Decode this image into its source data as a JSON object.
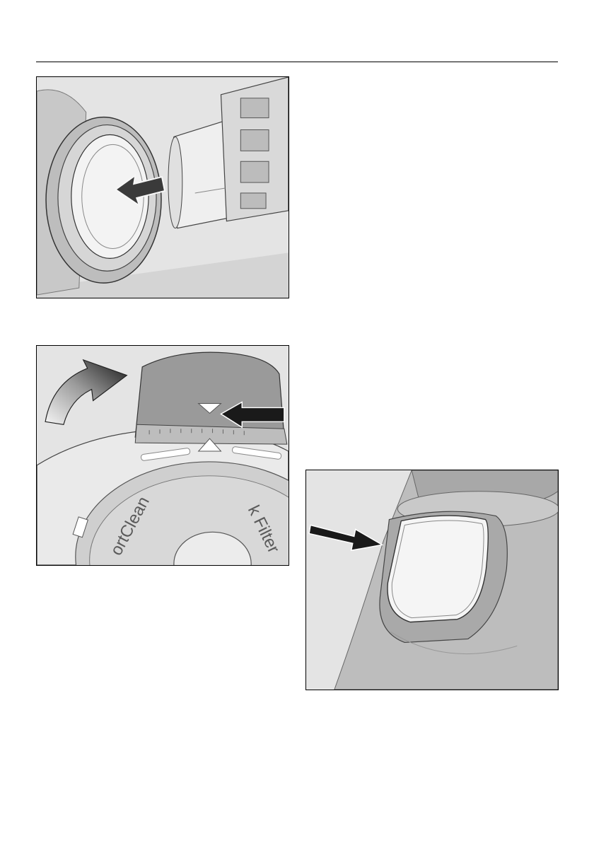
{
  "figures": [
    {
      "id": "fig1",
      "subject": "filter-insertion"
    },
    {
      "id": "fig2",
      "subject": "filter-lock-rotation"
    },
    {
      "id": "fig3",
      "subject": "release-button"
    }
  ],
  "filter_cap": {
    "label_left": "ortClean",
    "label_right": "k Filter"
  },
  "colors": {
    "background": "#e4e4e4",
    "part_light": "#f2f2f2",
    "part_mid": "#bdbdbd",
    "part_dark": "#8f8f8f",
    "arrow": "#1a1a1a",
    "outline": "#000000"
  },
  "icons": [
    "arrow-left-icon",
    "curved-arrow-icon",
    "arrow-right-icon",
    "triangle-marker-icon"
  ]
}
